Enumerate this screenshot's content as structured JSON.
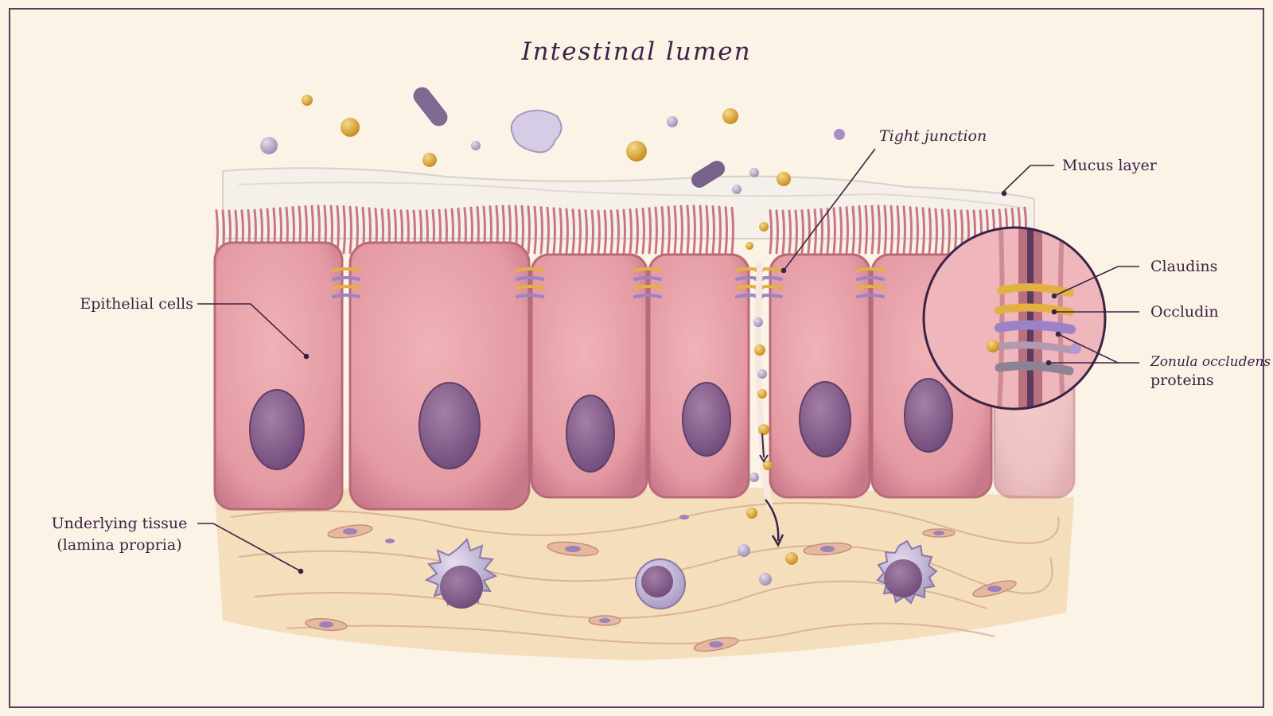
{
  "title": "Intestinal lumen",
  "labels": {
    "tight_junction": "Tight junction",
    "mucus_layer": "Mucus layer",
    "epithelial_cells": "Epithelial cells",
    "underlying_tissue_line1": "Underlying tissue",
    "underlying_tissue_line2": "(lamina propria)",
    "claudins": "Claudins",
    "occludin": "Occludin",
    "zonula_line1": "Zonula occludens",
    "zonula_line2": "proteins"
  },
  "colors": {
    "background": "#fbf3e6",
    "frame": "#5a3a5e",
    "cell_fill": "#e9a0a8",
    "cell_outline": "#b86a78",
    "nucleus": "#8a6290",
    "tissue": "#f3dcb9",
    "claudin_gold": "#e3b142",
    "occludin_purple": "#9c83c8",
    "leader_line": "#3c2346",
    "label_text": "#3c2346"
  }
}
